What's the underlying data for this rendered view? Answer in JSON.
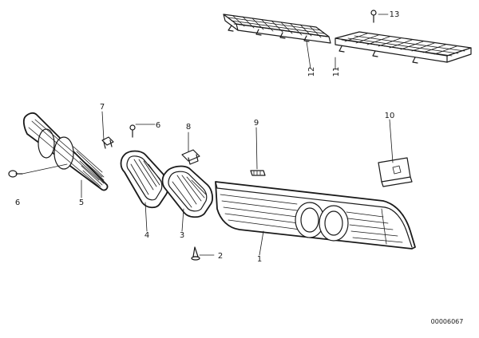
{
  "diagram": {
    "id": "00006067",
    "callouts": {
      "c1": "1",
      "c2": "2",
      "c3": "3",
      "c4": "4",
      "c5": "5",
      "c6a": "6",
      "c6b": "6",
      "c7": "7",
      "c8": "8",
      "c9": "9",
      "c10": "10",
      "c11": "11",
      "c12": "12",
      "c13": "13"
    }
  }
}
